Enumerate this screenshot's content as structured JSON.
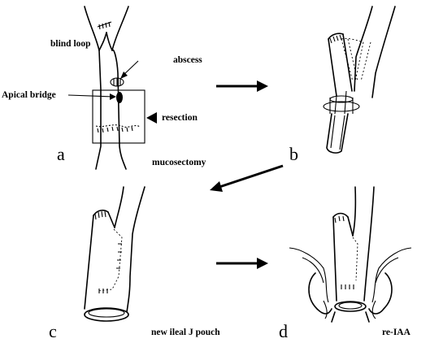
{
  "panels": [
    {
      "id": "a",
      "labels": [
        "blind loop",
        "abscess",
        "Apical bridge",
        "resection",
        "mucosectomy"
      ]
    },
    {
      "id": "b",
      "labels": []
    },
    {
      "id": "c",
      "labels": [
        "new ileal J pouch"
      ]
    },
    {
      "id": "d",
      "labels": [
        "re-IAA"
      ]
    }
  ],
  "text": {
    "blind_loop": "blind loop",
    "abscess": "abscess",
    "apical_bridge": "Apical bridge",
    "resection": "resection",
    "mucosectomy": "mucosectomy",
    "new_pouch": "new ileal J pouch",
    "re_iaa": "re-IAA",
    "panel_a": "a",
    "panel_b": "b",
    "panel_c": "c",
    "panel_d": "d"
  }
}
